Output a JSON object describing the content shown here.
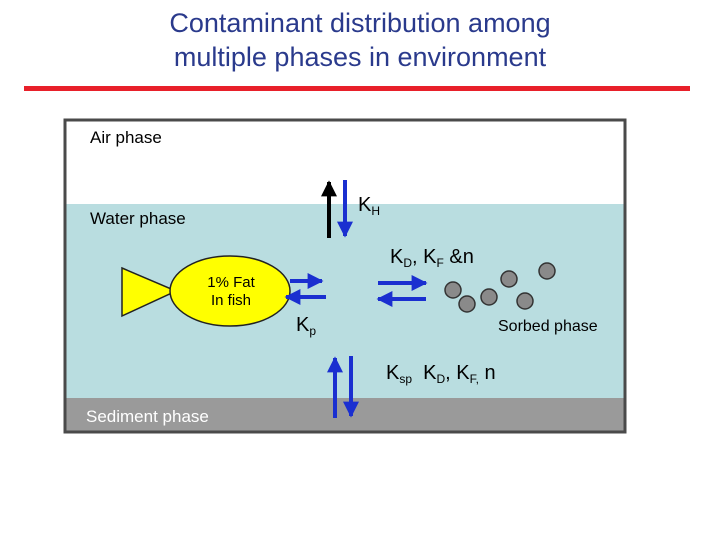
{
  "title_line1": "Contaminant distribution among",
  "title_line2": "multiple phases in environment",
  "phases": {
    "air": "Air phase",
    "water": "Water phase",
    "sediment": "Sediment phase",
    "sorbed": "Sorbed phase"
  },
  "fish": {
    "line1": "1% Fat",
    "line2": "In fish"
  },
  "constants": {
    "kh_main": "K",
    "kh_sub": "H",
    "kd_k1": "K",
    "kd_s1": "D",
    "kd_k2": ", K",
    "kd_s2": "F",
    "kd_tail": " &n",
    "kp_main": "K",
    "kp_sub": "p",
    "ksp_k1": "K",
    "ksp_s1": "sp",
    "ksp_k2": "  K",
    "ksp_s2": "D",
    "ksp_k3": ", K",
    "ksp_s3": "F,",
    "ksp_tail": " n"
  },
  "colors": {
    "title": "#2a3a8c",
    "rule": "#e8202a",
    "water": "#b9dde0",
    "sediment": "#9a9a9a",
    "fish": "#ffff00",
    "arrow": "#1a2fd0",
    "particle": "#8a8a8a"
  }
}
